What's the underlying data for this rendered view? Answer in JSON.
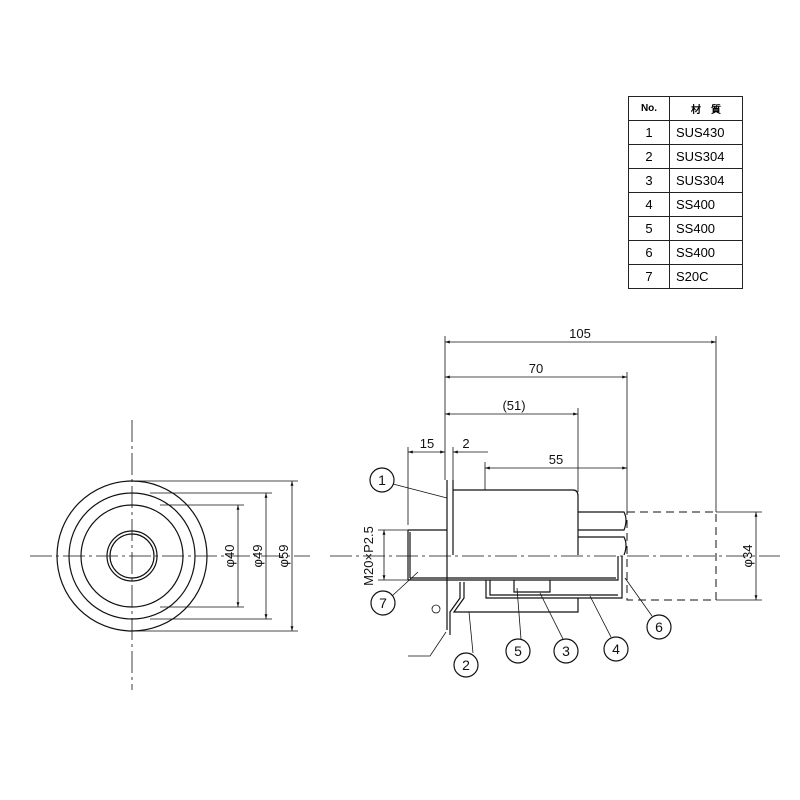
{
  "materials_table": {
    "headers": [
      "No.",
      "材　質"
    ],
    "rows": [
      {
        "no": "1",
        "material": "SUS430"
      },
      {
        "no": "2",
        "material": "SUS304"
      },
      {
        "no": "3",
        "material": "SUS304"
      },
      {
        "no": "4",
        "material": "SS400"
      },
      {
        "no": "5",
        "material": "SS400"
      },
      {
        "no": "6",
        "material": "SS400"
      },
      {
        "no": "7",
        "material": "S20C"
      }
    ]
  },
  "front_view": {
    "dimensions": [
      "φ40",
      "φ49",
      "φ59"
    ]
  },
  "side_view": {
    "dimensions": [
      "105",
      "70",
      "(51)",
      "15",
      "2",
      "55",
      "φ34"
    ],
    "thread_label": "M20×P2.5",
    "balloons": [
      "1",
      "2",
      "3",
      "4",
      "5",
      "6",
      "7"
    ]
  }
}
